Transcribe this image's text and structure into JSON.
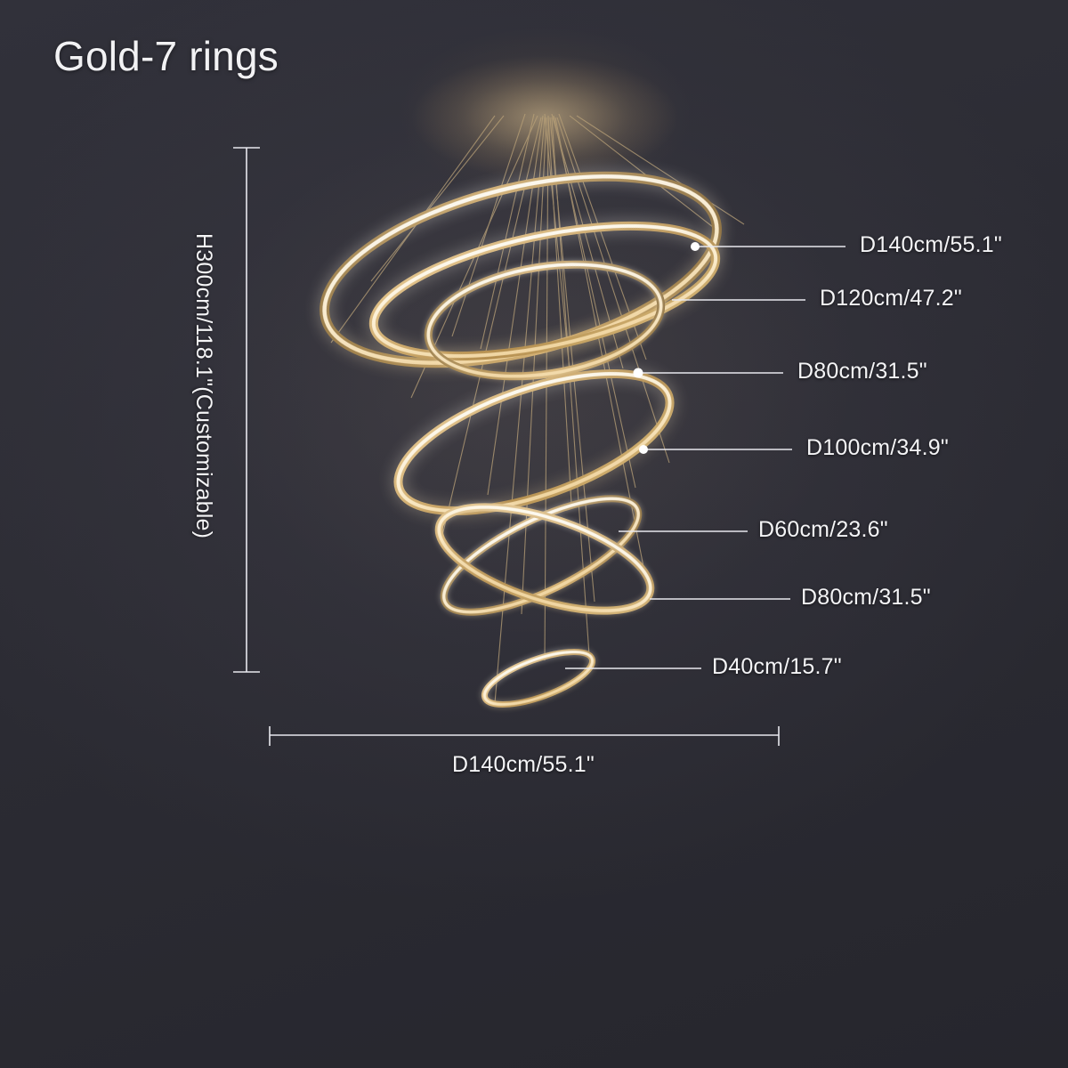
{
  "page": {
    "title": "Gold-7 rings",
    "background_color": "#2b2b33",
    "gold_color": "#c9a362",
    "led_color": "#fff4dc",
    "dimension_line_color": "#e8e8ee"
  },
  "product": {
    "name": "Gold-7 rings",
    "ring_count": 7,
    "finish": "gold",
    "type": "tiered-ring-chandelier"
  },
  "vertical_dimension": {
    "label": "H300cm/118.1\"(Customizable)",
    "value_cm": 300,
    "value_in": 118.1,
    "customizable": true
  },
  "horizontal_dimension": {
    "label": "D140cm/55.1\"",
    "value_cm": 140,
    "value_in": 55.1
  },
  "callouts": [
    {
      "id": "ring-1",
      "label": "D140cm/55.1\"",
      "diameter_cm": 140,
      "diameter_in": 55.1,
      "has_dot": true
    },
    {
      "id": "ring-2",
      "label": "D120cm/47.2\"",
      "diameter_cm": 120,
      "diameter_in": 47.2,
      "has_dot": false
    },
    {
      "id": "ring-3",
      "label": "D80cm/31.5\"",
      "diameter_cm": 80,
      "diameter_in": 31.5,
      "has_dot": true
    },
    {
      "id": "ring-4",
      "label": "D100cm/34.9\"",
      "diameter_cm": 100,
      "diameter_in": 34.9,
      "has_dot": true
    },
    {
      "id": "ring-5",
      "label": "D60cm/23.6\"",
      "diameter_cm": 60,
      "diameter_in": 23.6,
      "has_dot": false
    },
    {
      "id": "ring-6",
      "label": "D80cm/31.5\"",
      "diameter_cm": 80,
      "diameter_in": 31.5,
      "has_dot": false
    },
    {
      "id": "ring-7",
      "label": "D40cm/15.7\"",
      "diameter_cm": 40,
      "diameter_in": 15.7,
      "has_dot": false
    }
  ]
}
